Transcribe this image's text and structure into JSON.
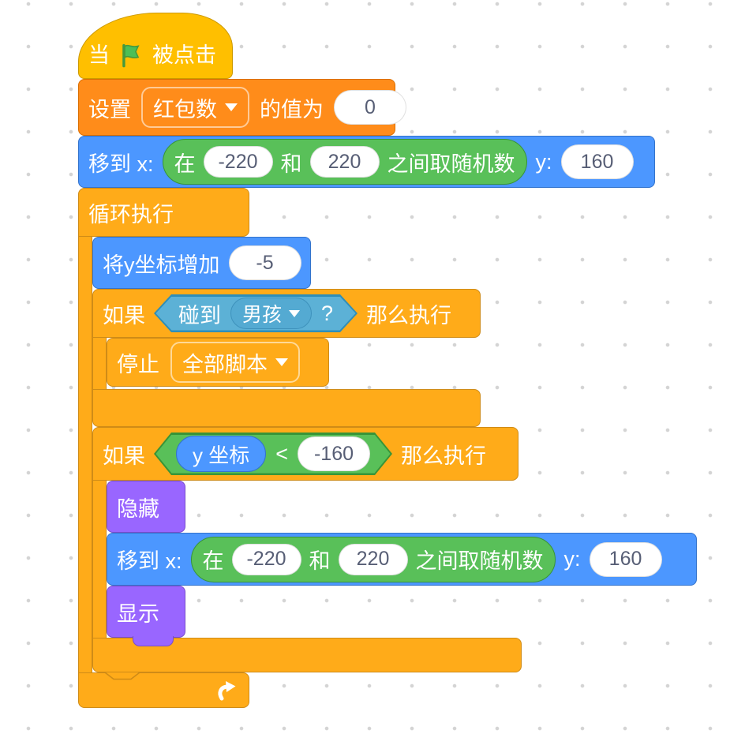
{
  "workspace": {
    "background": "#ffffff",
    "dot_color": "#d4d4d4"
  },
  "palette": {
    "events": "#FFBF00",
    "variables": "#FF8C1A",
    "motion": "#4C97FF",
    "control": "#FFAB19",
    "sensing": "#5CB1D6",
    "operators": "#59C059",
    "looks": "#9966FF"
  },
  "icons": {
    "green_flag": "⚑",
    "loop_arrow": "↻",
    "dropdown_arrow": "▾"
  },
  "script": {
    "when_flag": {
      "prefix": "当",
      "suffix": "被点击"
    },
    "set_variable": {
      "verb": "设置",
      "variable": "红包数",
      "connector": "的值为",
      "value": "0"
    },
    "goto1": {
      "label_x": "移到 x:",
      "label_y": "y:",
      "y_value": "160",
      "random": {
        "word_in": "在",
        "min": "-220",
        "word_and": "和",
        "max": "220",
        "word_rest": "之间取随机数"
      }
    },
    "forever": {
      "label": "循环执行"
    },
    "change_y": {
      "label": "将y坐标增加",
      "value": "-5"
    },
    "if_touching": {
      "if": "如果",
      "then": "那么执行",
      "condition": {
        "touching": "碰到",
        "target": "男孩",
        "question": "?"
      }
    },
    "stop": {
      "verb": "停止",
      "option": "全部脚本"
    },
    "if_y": {
      "if": "如果",
      "then": "那么执行",
      "condition": {
        "reporter": "y 坐标",
        "operator": "<",
        "value": "-160"
      }
    },
    "hide": {
      "label": "隐藏"
    },
    "goto2": {
      "label_x": "移到 x:",
      "label_y": "y:",
      "y_value": "160",
      "random": {
        "word_in": "在",
        "min": "-220",
        "word_and": "和",
        "max": "220",
        "word_rest": "之间取随机数"
      }
    },
    "show": {
      "label": "显示"
    }
  }
}
